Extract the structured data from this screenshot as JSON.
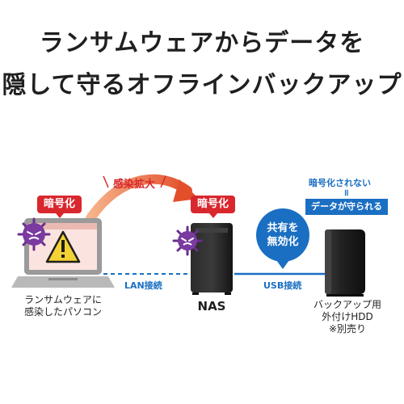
{
  "title": {
    "line1": "ランサムウェアからデータを",
    "line2": "隠して守るオフラインバックアップ"
  },
  "spread_label": "感染拡大",
  "encrypt_tag_pc": "暗号化",
  "encrypt_tag_nas": "暗号化",
  "pc_caption": {
    "line1": "ランサムウェアに",
    "line2": "感染したパソコン"
  },
  "nas_caption": "NAS",
  "lan_label": "LAN接続",
  "usb_label": "USB接続",
  "shared_disabled": {
    "line1": "共有を",
    "line2": "無効化"
  },
  "not_encrypted_note": "暗号化されない",
  "equals_sign": "॥",
  "data_protected": "データが守られる",
  "hdd_caption": {
    "line1": "バックアップ用",
    "line2": "外付けHDD",
    "line3": "※別売り"
  },
  "colors": {
    "alert_red": "#d9272e",
    "link_blue": "#1b6fc2",
    "virus_purple": "#6b2d8f",
    "device_black": "#1e1e1e"
  },
  "icons": [
    "virus-icon",
    "warning-icon",
    "laptop-icon",
    "nas-icon",
    "external-hdd-icon",
    "spread-arrow-icon"
  ]
}
